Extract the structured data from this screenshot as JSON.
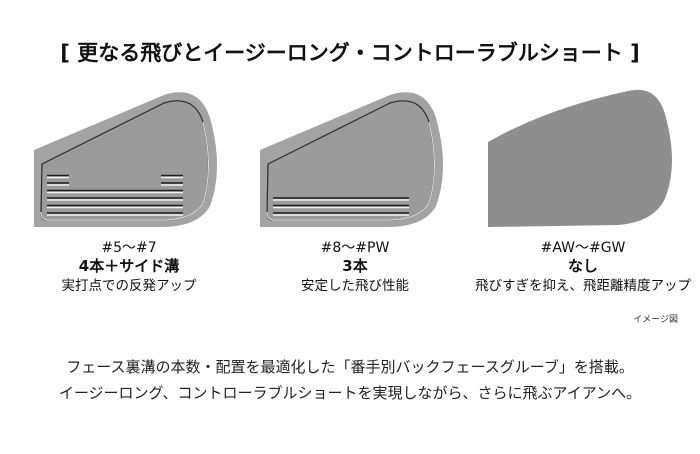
{
  "title": "[ 更なる飛びとイージーロング・コントローラブルショート ]",
  "clubs": [
    {
      "range": "#5〜#7",
      "grooves": "4本＋サイド溝",
      "description": "実打点での反発アップ",
      "groove_count": 4,
      "side_grooves": true,
      "face_color": "#9a9a9a"
    },
    {
      "range": "#8〜#PW",
      "grooves": "3本",
      "description": "安定した飛び性能",
      "groove_count": 3,
      "side_grooves": false,
      "face_color": "#9a9a9a"
    },
    {
      "range": "#AW〜#GW",
      "grooves": "なし",
      "description": "飛びすぎを抑え、飛距離精度アップ",
      "groove_count": 0,
      "side_grooves": false,
      "face_color": "#8e8e8e"
    }
  ],
  "image_note": "イメージ図",
  "footer": {
    "line1": "フェース裏溝の本数・配置を最適化した「番手別バックフェースグルーブ」を搭載。",
    "line2": "イージーロング、コントローラブルショートを実現しながら、さらに飛ぶアイアンへ。"
  }
}
